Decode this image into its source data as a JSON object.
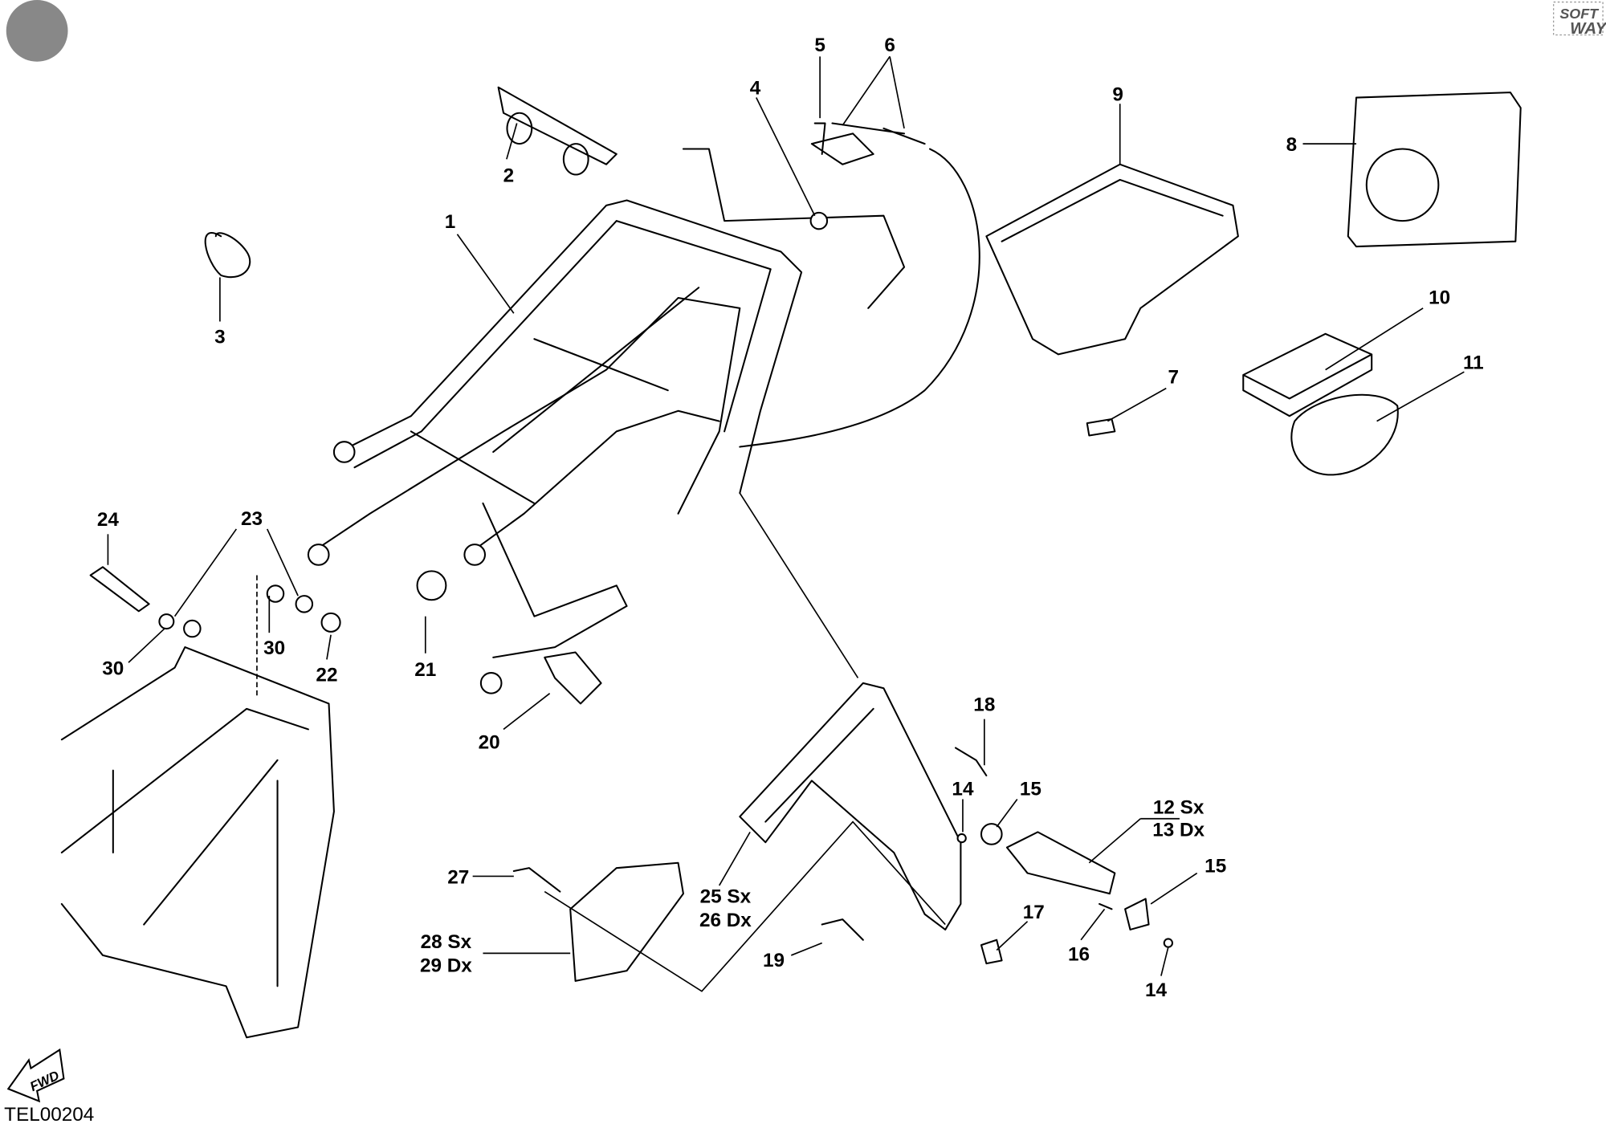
{
  "drawing": {
    "code": "TEL00204",
    "fwd_label": "FWD",
    "logo": {
      "line1": "SOFT",
      "line2": "WAY"
    },
    "callouts": [
      {
        "id": "1",
        "text": "1"
      },
      {
        "id": "2",
        "text": "2"
      },
      {
        "id": "3",
        "text": "3"
      },
      {
        "id": "4",
        "text": "4"
      },
      {
        "id": "5",
        "text": "5"
      },
      {
        "id": "6",
        "text": "6"
      },
      {
        "id": "7",
        "text": "7"
      },
      {
        "id": "8",
        "text": "8"
      },
      {
        "id": "9",
        "text": "9"
      },
      {
        "id": "10",
        "text": "10"
      },
      {
        "id": "11",
        "text": "11"
      },
      {
        "id": "12",
        "text": "12 Sx"
      },
      {
        "id": "13",
        "text": "13 Dx"
      },
      {
        "id": "14a",
        "text": "14"
      },
      {
        "id": "14b",
        "text": "14"
      },
      {
        "id": "15a",
        "text": "15"
      },
      {
        "id": "15b",
        "text": "15"
      },
      {
        "id": "16",
        "text": "16"
      },
      {
        "id": "17",
        "text": "17"
      },
      {
        "id": "18",
        "text": "18"
      },
      {
        "id": "19",
        "text": "19"
      },
      {
        "id": "20",
        "text": "20"
      },
      {
        "id": "21",
        "text": "21"
      },
      {
        "id": "22",
        "text": "22"
      },
      {
        "id": "23",
        "text": "23"
      },
      {
        "id": "24",
        "text": "24"
      },
      {
        "id": "25",
        "text": "25 Sx"
      },
      {
        "id": "26",
        "text": "26 Dx"
      },
      {
        "id": "27",
        "text": "27"
      },
      {
        "id": "28",
        "text": "28 Sx"
      },
      {
        "id": "29",
        "text": "29 Dx"
      },
      {
        "id": "30a",
        "text": "30"
      },
      {
        "id": "30b",
        "text": "30"
      }
    ]
  }
}
